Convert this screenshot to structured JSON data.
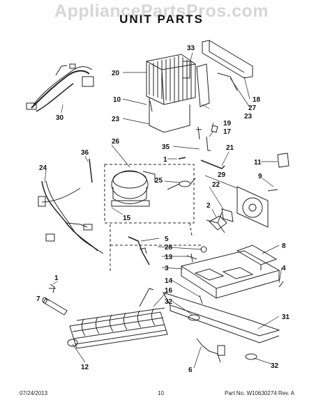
{
  "header": {
    "watermark": "AppliancePartsPros.com",
    "title": "UNIT PARTS"
  },
  "callouts": [
    "33",
    "20",
    "10",
    "23",
    "18",
    "27",
    "23",
    "19",
    "17",
    "35",
    "21",
    "30",
    "36",
    "26",
    "1",
    "24",
    "25",
    "11",
    "29",
    "22",
    "9",
    "15",
    "2",
    "5",
    "28",
    "13",
    "3",
    "8",
    "4",
    "1",
    "14",
    "7",
    "16",
    "32",
    "31",
    "6",
    "12",
    "32"
  ],
  "footer": {
    "date": "07/24/2013",
    "page": "10",
    "part_no": "Part No. W10630274  Rev. A"
  }
}
